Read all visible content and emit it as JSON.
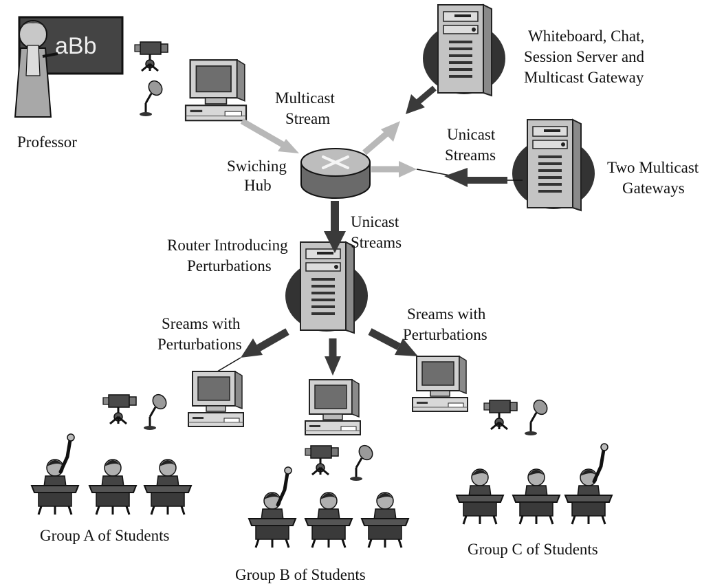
{
  "labels": {
    "professor": "Professor",
    "multicast_stream": [
      "Multicast",
      "Stream"
    ],
    "server_top": [
      "Whiteboard, Chat,",
      "Session Server and",
      "Multicast Gateway"
    ],
    "unicast_streams_right": [
      "Unicast",
      "Streams"
    ],
    "switching_hub": [
      "Swiching",
      "Hub"
    ],
    "two_gateways": [
      "Two Multicast",
      "Gateways"
    ],
    "unicast_streams_down": [
      "Unicast",
      "Streams"
    ],
    "router": [
      "Router Introducing",
      "Perturbations"
    ],
    "streams_left": [
      "Sreams with",
      "Perturbations"
    ],
    "streams_right": [
      "Sreams with",
      "Perturbations"
    ],
    "group_a": "Group A of Students",
    "group_b": "Group B of Students",
    "group_c": "Group C of Students",
    "board_text": "aBb"
  },
  "colors": {
    "arrow_dark": "#3a3a3a",
    "arrow_light": "#b8b8b8",
    "server_body": "#bdbdbd",
    "server_shadow": "#2e2e2e",
    "hub_body": "#7a7a7a"
  }
}
